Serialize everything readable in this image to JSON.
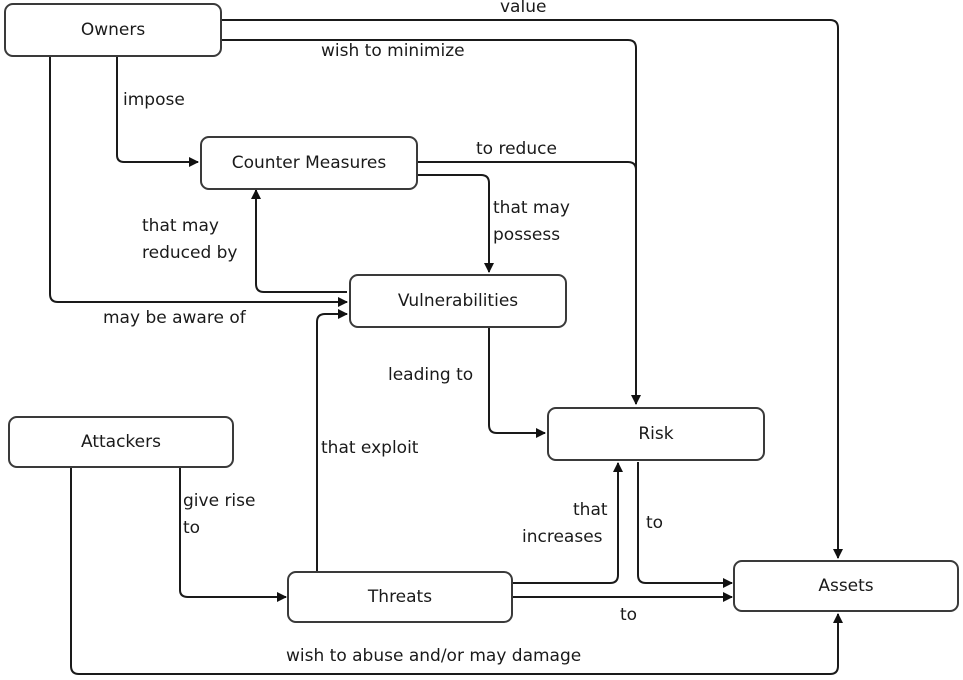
{
  "nodes": {
    "owners": "Owners",
    "counter_measures": "Counter Measures",
    "vulnerabilities": "Vulnerabilities",
    "risk": "Risk",
    "attackers": "Attackers",
    "threats": "Threats",
    "assets": "Assets"
  },
  "edges": {
    "owners_assets": "value",
    "owners_risk": "wish to minimize",
    "owners_cm": "impose",
    "cm_risk": "to reduce",
    "cm_vuln_1": "that may",
    "cm_vuln_2": "possess",
    "vuln_cm_1": "that may",
    "vuln_cm_2": "reduced by",
    "owners_vuln": "may be aware of",
    "vuln_risk": "leading to",
    "threats_vuln": "that exploit",
    "attackers_threats_1": "give rise",
    "attackers_threats_2": "to",
    "threats_risk_1": "that",
    "threats_risk_2": "increases",
    "risk_assets": "to",
    "threats_assets": "to",
    "attackers_assets": "wish to abuse and/or may damage"
  }
}
